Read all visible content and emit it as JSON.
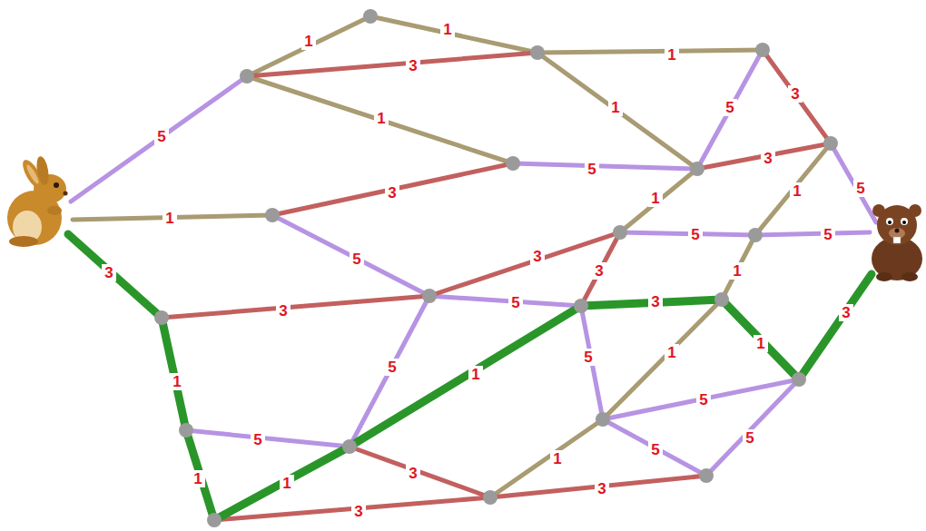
{
  "diagram": {
    "labels": [
      "5",
      "1",
      "1",
      "3",
      "1",
      "1",
      "1",
      "5",
      "3",
      "5",
      "3",
      "5",
      "1",
      "3",
      "1",
      "1",
      "5",
      "5",
      "3",
      "5",
      "3",
      "1",
      "3",
      "3",
      "5",
      "3",
      "3",
      "1",
      "1",
      "5",
      "5",
      "1",
      "1",
      "5",
      "5",
      "5",
      "1",
      "5",
      "3",
      "1",
      "1",
      "3",
      "3"
    ]
  }
}
